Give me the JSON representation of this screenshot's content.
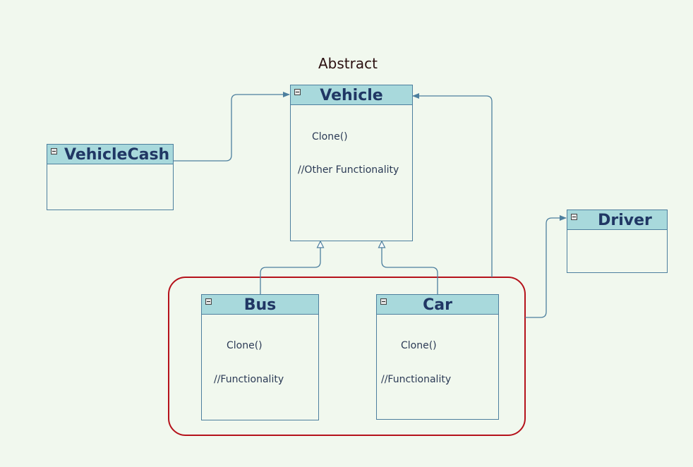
{
  "stereotype": "Abstract",
  "classes": {
    "vehicle": {
      "name": "Vehicle",
      "members": [
        "Clone()",
        "//Other Functionality"
      ]
    },
    "vehicle_cash": {
      "name": "VehicleCash",
      "members": []
    },
    "driver": {
      "name": "Driver",
      "members": []
    },
    "bus": {
      "name": "Bus",
      "members": [
        "Clone()",
        "//Functionality"
      ]
    },
    "car": {
      "name": "Car",
      "members": [
        "Clone()",
        "//Functionality"
      ]
    }
  },
  "colors": {
    "background": "#f1f8ee",
    "header": "#a8d9dc",
    "border": "#4d7f9e",
    "connector": "#4d7f9e",
    "group_outline": "#b5121b",
    "title_text": "#203764"
  },
  "icons": {
    "collapse": "collapse-minus-icon"
  }
}
